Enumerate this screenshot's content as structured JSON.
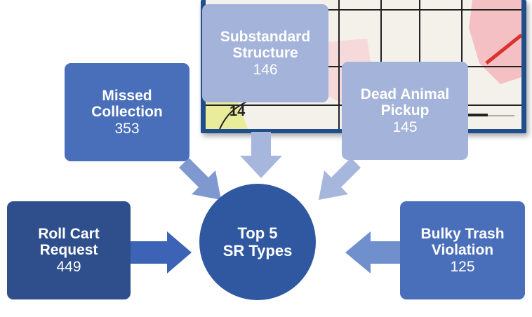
{
  "center": {
    "line1": "Top 5",
    "line2": "SR Types"
  },
  "boxes": [
    {
      "title1": "Roll Cart",
      "title2": "Request",
      "count": "449"
    },
    {
      "title1": "Missed",
      "title2": "Collection",
      "count": "353"
    },
    {
      "title1": "Substandard",
      "title2": "Structure",
      "count": "146"
    },
    {
      "title1": "Dead Animal",
      "title2": "Pickup",
      "count": "145"
    },
    {
      "title1": "Bulky Trash",
      "title2": "Violation",
      "count": "125"
    }
  ],
  "map": {
    "label": "14"
  },
  "colors": {
    "roll_cart": "#2e4f8c",
    "missed_collection": "#4a6fba",
    "substandard_structure": "#a4b3d9",
    "dead_animal": "#a4b3d9",
    "bulky_trash": "#4a6fba",
    "center": "#2f58a0"
  }
}
